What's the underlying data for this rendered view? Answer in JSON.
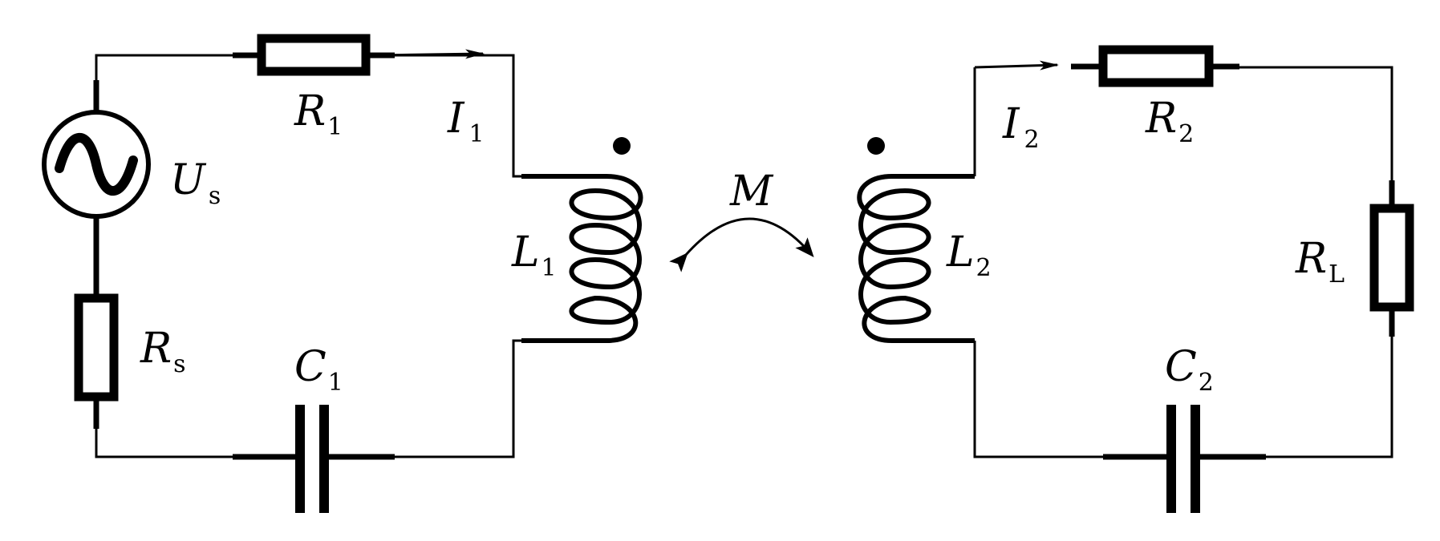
{
  "labels": {
    "r1": {
      "main": "R",
      "sub": "1"
    },
    "i1": {
      "main": "I",
      "sub": "1"
    },
    "us": {
      "main": "U",
      "sub": "s"
    },
    "rs": {
      "main": "R",
      "sub": "s"
    },
    "c1": {
      "main": "C",
      "sub": "1"
    },
    "l1": {
      "main": "L",
      "sub": "1"
    },
    "m": {
      "main": "M"
    },
    "l2": {
      "main": "L",
      "sub": "2"
    },
    "i2": {
      "main": "I",
      "sub": "2"
    },
    "r2": {
      "main": "R",
      "sub": "2"
    },
    "rl": {
      "main": "R",
      "sub": "L"
    },
    "c2": {
      "main": "C",
      "sub": "2"
    }
  }
}
